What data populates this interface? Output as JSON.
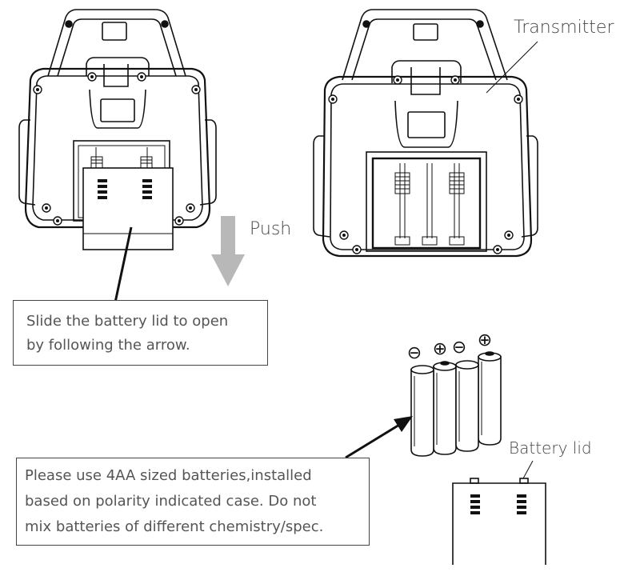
{
  "labels": {
    "transmitter": "Transmitter",
    "push": "Push",
    "battery_lid": "Battery lid"
  },
  "callouts": {
    "slide_line1": "Slide the battery lid to open",
    "slide_line2": "by following the arrow.",
    "batteries_line1": "Please use 4AA sized batteries,installed",
    "batteries_line2": "based on polarity indicated case. Do not",
    "batteries_line3": "mix batteries of different chemistry/spec."
  },
  "polarity_symbols": [
    "⊖",
    "⊕",
    "⊖",
    "⊕"
  ]
}
